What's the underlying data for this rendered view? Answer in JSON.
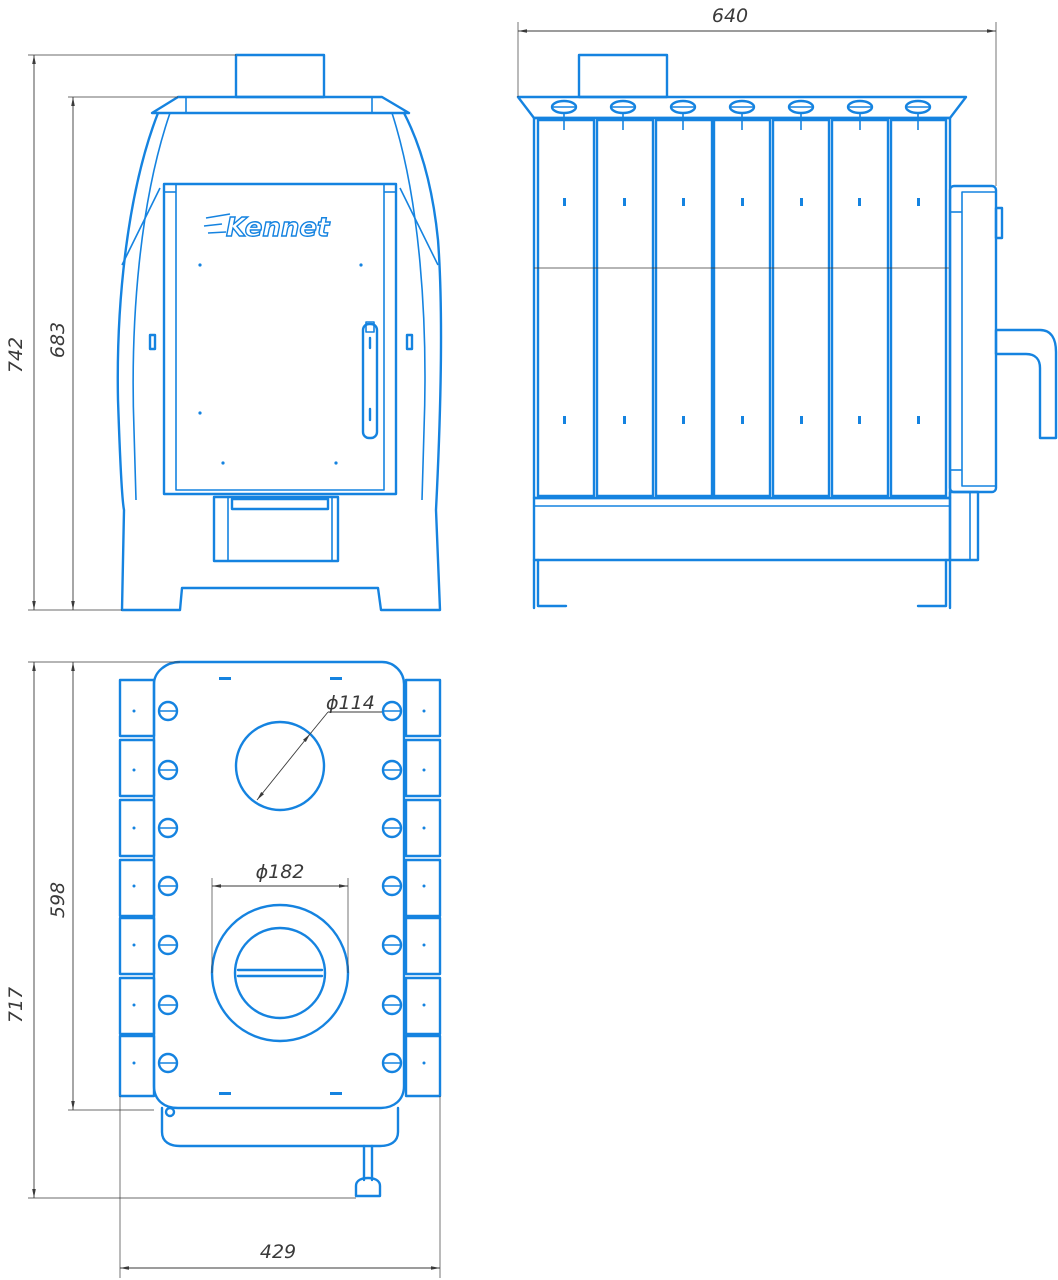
{
  "dimensions": {
    "front_total_height": "742",
    "front_body_height": "683",
    "side_length": "640",
    "top_depth": "598",
    "top_total_depth": "717",
    "top_width": "429",
    "flue_diameter": "ϕ114",
    "hotplate_diameter": "ϕ182"
  },
  "logo": {
    "text": "Kennet"
  },
  "colors": {
    "outline": "#1583e0",
    "dimension": "#3a3a3a",
    "background": "#ffffff"
  }
}
